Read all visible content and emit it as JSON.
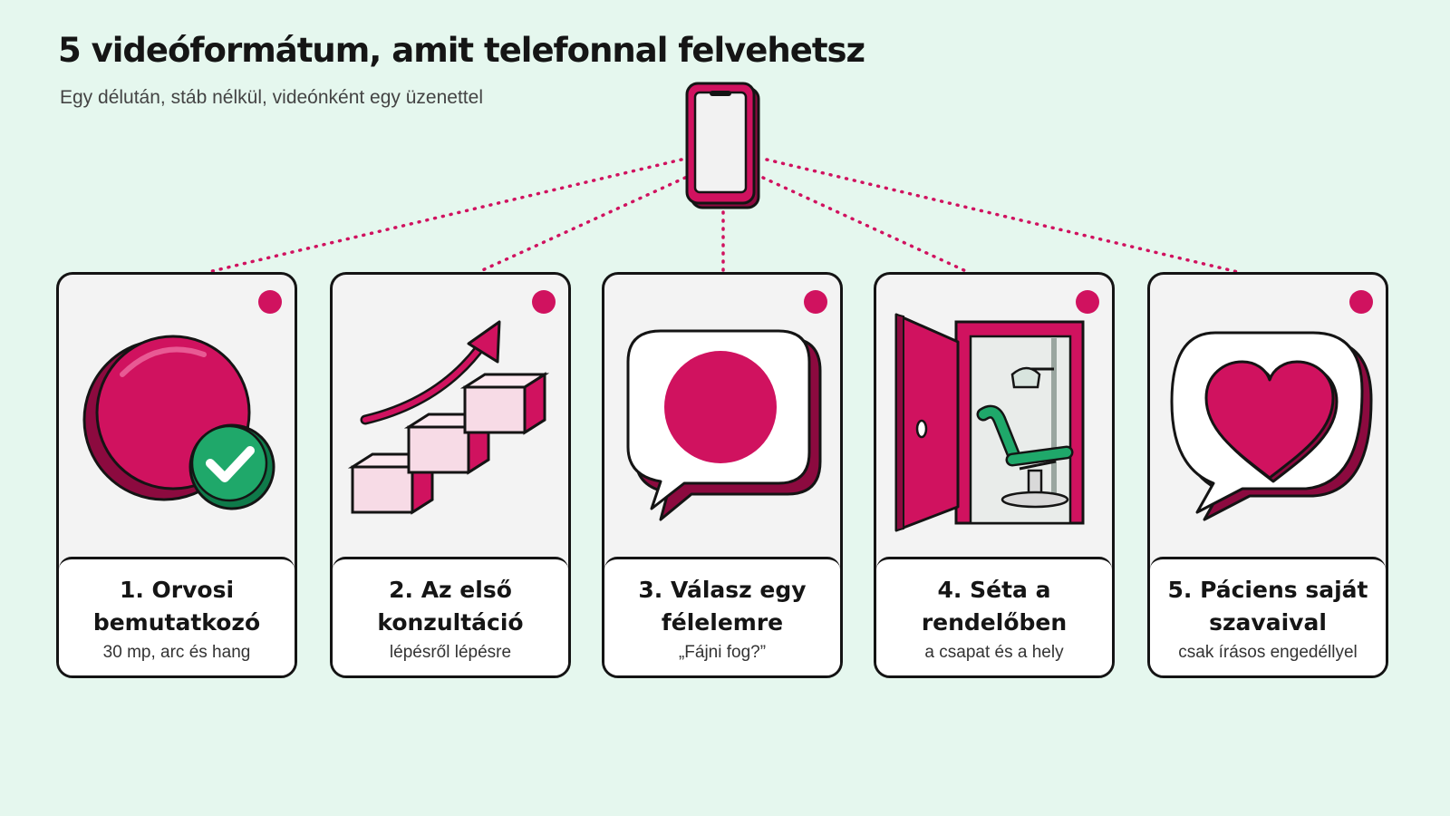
{
  "header": {
    "title": "5 videóformátum, amit telefonnal felvehetsz",
    "subtitle": "Egy délután, stáb nélkül, videónként egy üzenettel"
  },
  "colors": {
    "accent": "#d0125f",
    "accent_dark": "#8c0a3f",
    "green": "#1fa86a",
    "background": "#e5f7ee",
    "card_bg": "#f3f3f3",
    "outline": "#141414"
  },
  "cards": [
    {
      "title": "1. Orvosi bemutatkozó",
      "subtitle": "30 mp, arc és hang",
      "icon": "face-check-icon"
    },
    {
      "title": "2. Az első konzultáció",
      "subtitle": "lépésről lépésre",
      "icon": "steps-arrow-icon"
    },
    {
      "title": "3. Válasz egy félelemre",
      "subtitle": "„Fájni fog?”",
      "icon": "speech-bubble-icon"
    },
    {
      "title": "4. Séta a rendelőben",
      "subtitle": "a csapat és a hely",
      "icon": "open-door-dental-chair-icon"
    },
    {
      "title": "5. Páciens saját szavaival",
      "subtitle": "csak írásos engedéllyel",
      "icon": "heart-bubble-icon"
    }
  ]
}
